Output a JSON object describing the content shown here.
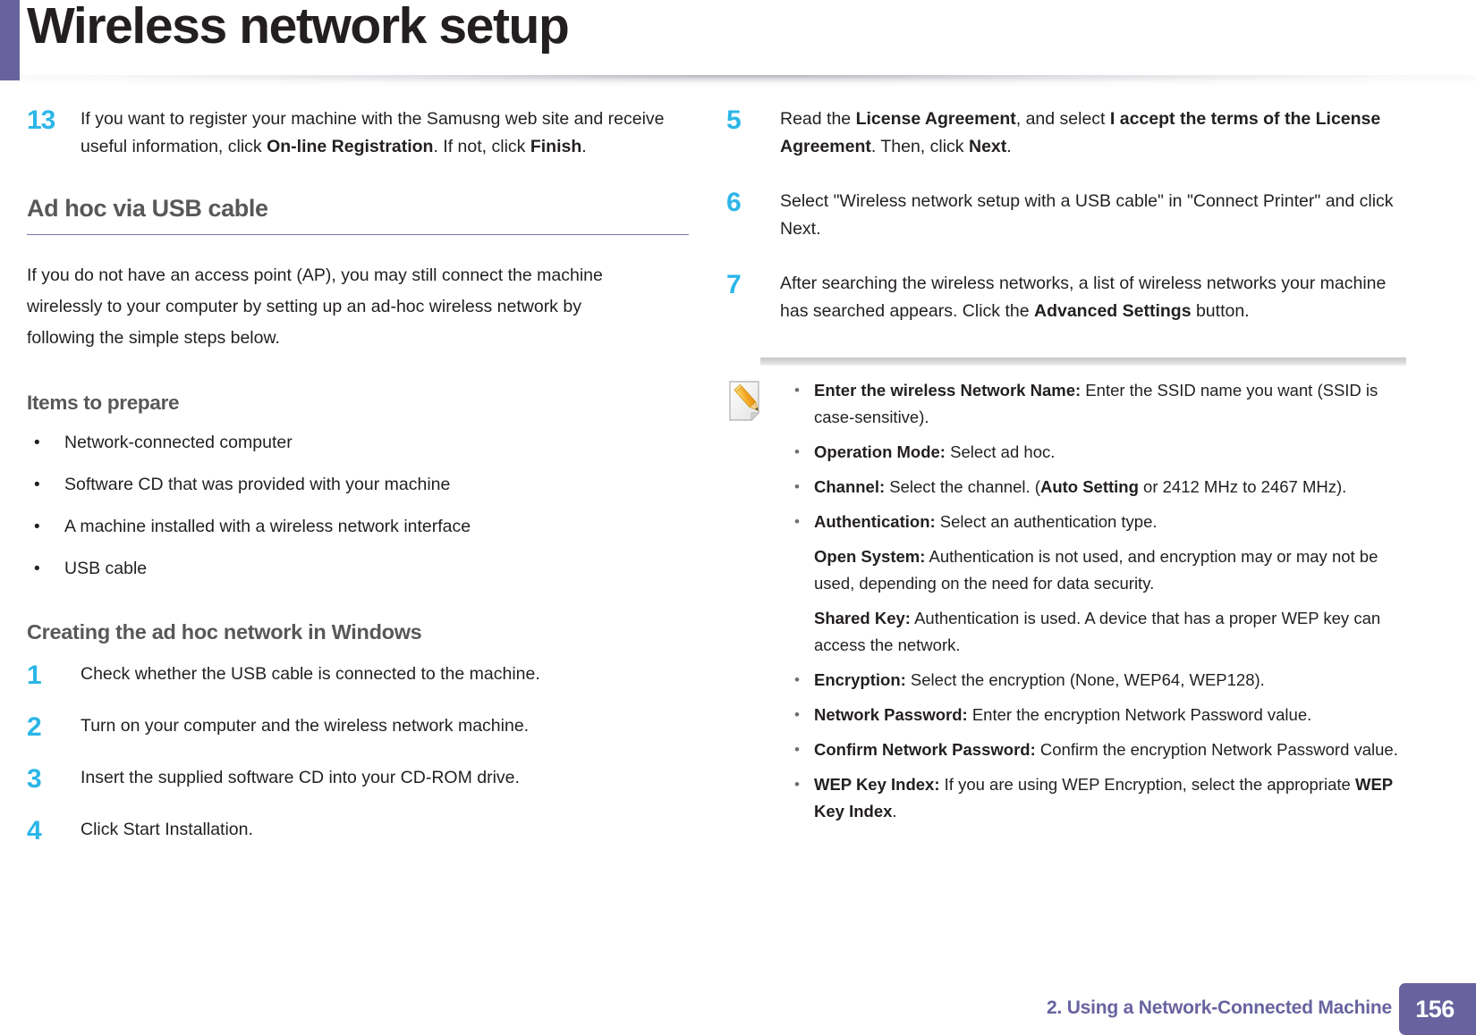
{
  "header": {
    "title": "Wireless network setup",
    "accent_color": "#68639f"
  },
  "colors": {
    "step_number": "#2cb6e8",
    "heading": "#58585b",
    "accent_purple": "#68639f",
    "rule_purple": "#7a76ab",
    "body_text": "#231f20"
  },
  "left_column": {
    "step13": {
      "number": "13",
      "text_parts": [
        {
          "text": "If you want to register your machine with the Samusng web site and receive useful information, click ",
          "bold": false
        },
        {
          "text": "On-line Registration",
          "bold": true
        },
        {
          "text": ". If not, click ",
          "bold": false
        },
        {
          "text": "Finish",
          "bold": true
        },
        {
          "text": ".",
          "bold": false
        }
      ]
    },
    "section_heading": "Ad hoc via USB cable",
    "intro_paragraph": "If you do not have an access point (AP), you may still connect the machine wirelessly to your computer by setting up an ad-hoc wireless network by following the simple steps below.",
    "items_heading": "Items to prepare",
    "items": [
      "Network-connected computer",
      "Software CD that was provided with your machine",
      "A machine installed with a wireless network interface",
      "USB cable"
    ],
    "creating_heading": "Creating the ad hoc network in Windows",
    "steps": [
      {
        "number": "1",
        "text": "Check whether the USB cable is connected to the machine."
      },
      {
        "number": "2",
        "text": "Turn on your computer and the wireless network machine."
      },
      {
        "number": "3",
        "text": "Insert the supplied software CD into your CD-ROM drive."
      },
      {
        "number": "4",
        "text": "Click Start Installation."
      }
    ]
  },
  "right_column": {
    "steps": [
      {
        "number": "5",
        "parts": [
          {
            "text": "Read the ",
            "bold": false
          },
          {
            "text": "License Agreement",
            "bold": true
          },
          {
            "text": ", and select ",
            "bold": false
          },
          {
            "text": "I accept the terms of the License Agreement",
            "bold": true
          },
          {
            "text": ". Then, click ",
            "bold": false
          },
          {
            "text": "Next",
            "bold": true
          },
          {
            "text": ".",
            "bold": false
          }
        ]
      },
      {
        "number": "6",
        "parts": [
          {
            "text": "Select \"Wireless network setup with a USB cable\" in \"Connect Printer\" and click Next.",
            "bold": false
          }
        ]
      },
      {
        "number": "7",
        "parts": [
          {
            "text": "After searching the wireless networks, a list of wireless networks your machine has searched appears. Click the ",
            "bold": false
          },
          {
            "text": "Advanced Settings",
            "bold": true
          },
          {
            "text": " button.",
            "bold": false
          }
        ]
      }
    ],
    "note": {
      "icon_name": "note-pencil-icon",
      "items": [
        {
          "type": "bullet",
          "parts": [
            {
              "text": "Enter the wireless Network Name:",
              "bold": true
            },
            {
              "text": " Enter the SSID name you want (SSID is case-sensitive).",
              "bold": false
            }
          ]
        },
        {
          "type": "bullet",
          "parts": [
            {
              "text": "Operation Mode:",
              "bold": true
            },
            {
              "text": " Select ad hoc.",
              "bold": false
            }
          ]
        },
        {
          "type": "bullet",
          "parts": [
            {
              "text": "Channel:",
              "bold": true
            },
            {
              "text": " Select the channel. (",
              "bold": false
            },
            {
              "text": "Auto Setting",
              "bold": true
            },
            {
              "text": " or 2412 MHz to 2467 MHz).",
              "bold": false
            }
          ]
        },
        {
          "type": "bullet",
          "parts": [
            {
              "text": "Authentication:",
              "bold": true
            },
            {
              "text": " Select an authentication type.",
              "bold": false
            }
          ]
        },
        {
          "type": "sub",
          "parts": [
            {
              "text": "Open System:",
              "bold": true
            },
            {
              "text": " Authentication is not used, and encryption may or may not be used, depending on the need for data security.",
              "bold": false
            }
          ]
        },
        {
          "type": "sub",
          "parts": [
            {
              "text": "Shared Key:",
              "bold": true
            },
            {
              "text": " Authentication is used. A device that has a proper WEP key can access the network.",
              "bold": false
            }
          ]
        },
        {
          "type": "bullet",
          "parts": [
            {
              "text": "Encryption:",
              "bold": true
            },
            {
              "text": " Select the encryption (None, WEP64, WEP128).",
              "bold": false
            }
          ]
        },
        {
          "type": "bullet",
          "parts": [
            {
              "text": "Network Password:",
              "bold": true
            },
            {
              "text": " Enter the encryption Network Password value.",
              "bold": false
            }
          ]
        },
        {
          "type": "bullet",
          "parts": [
            {
              "text": "Confirm Network Password:",
              "bold": true
            },
            {
              "text": " Confirm the encryption Network Password value.",
              "bold": false
            }
          ]
        },
        {
          "type": "bullet",
          "parts": [
            {
              "text": "WEP Key Index:",
              "bold": true
            },
            {
              "text": " If you are using WEP Encryption, select the appropriate ",
              "bold": false
            },
            {
              "text": "WEP Key Index",
              "bold": true
            },
            {
              "text": ".",
              "bold": false
            }
          ]
        }
      ]
    }
  },
  "footer": {
    "chapter_label": "2.  Using a Network-Connected Machine",
    "page_number": "156"
  },
  "bullet_glyph": "•"
}
